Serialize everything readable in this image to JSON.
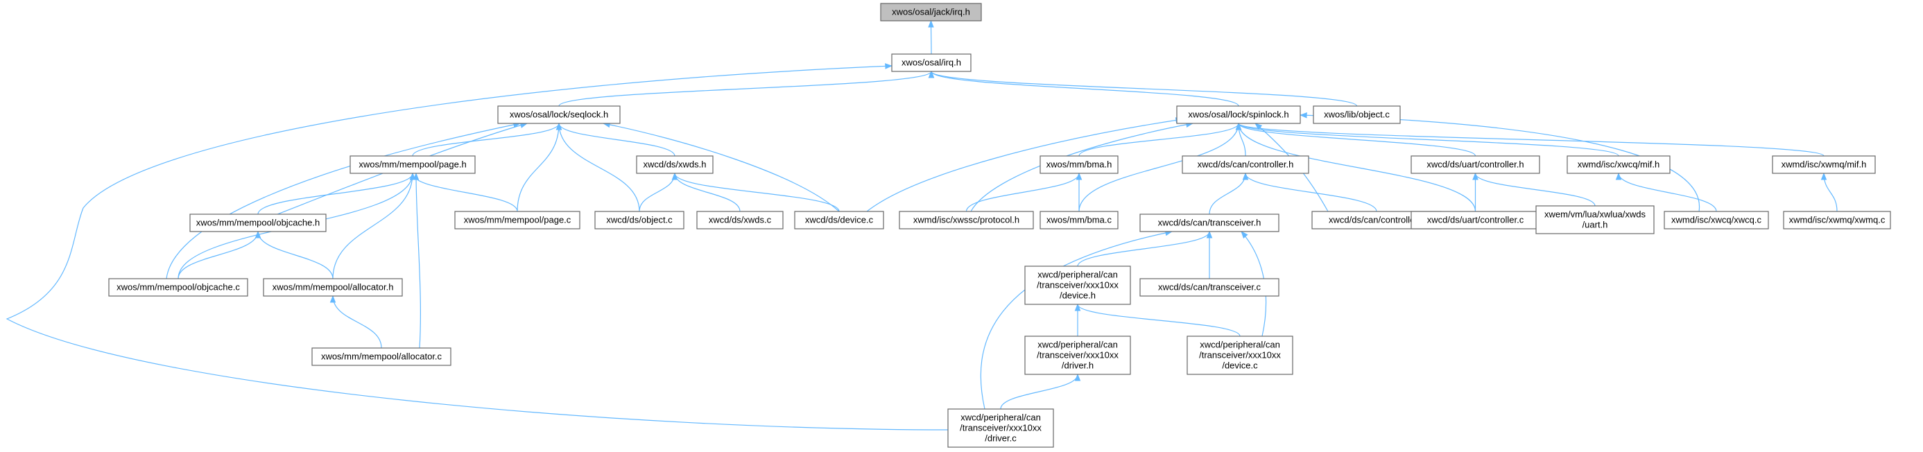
{
  "nodes": [
    {
      "id": "n_jack",
      "lines": [
        "xwos/osal/jack/irq.h"
      ],
      "root": true
    },
    {
      "id": "n_irq",
      "lines": [
        "xwos/osal/irq.h"
      ]
    },
    {
      "id": "n_seqlock",
      "lines": [
        "xwos/osal/lock/seqlock.h"
      ]
    },
    {
      "id": "n_spinlock",
      "lines": [
        "xwos/osal/lock/spinlock.h"
      ]
    },
    {
      "id": "n_object",
      "lines": [
        "xwos/lib/object.c"
      ]
    },
    {
      "id": "n_pageh",
      "lines": [
        "xwos/mm/mempool/page.h"
      ]
    },
    {
      "id": "n_xwdsh",
      "lines": [
        "xwcd/ds/xwds.h"
      ]
    },
    {
      "id": "n_objcacheh",
      "lines": [
        "xwos/mm/mempool/objcache.h"
      ]
    },
    {
      "id": "n_pagec",
      "lines": [
        "xwos/mm/mempool/page.c"
      ]
    },
    {
      "id": "n_dsobjc",
      "lines": [
        "xwcd/ds/object.c"
      ]
    },
    {
      "id": "n_xwdsc",
      "lines": [
        "xwcd/ds/xwds.c"
      ]
    },
    {
      "id": "n_devicec",
      "lines": [
        "xwcd/ds/device.c"
      ]
    },
    {
      "id": "n_objcachec",
      "lines": [
        "xwos/mm/mempool/objcache.c"
      ]
    },
    {
      "id": "n_allocatorh",
      "lines": [
        "xwos/mm/mempool/allocator.h"
      ]
    },
    {
      "id": "n_allocatorc",
      "lines": [
        "xwos/mm/mempool/allocator.c"
      ]
    },
    {
      "id": "n_bmah",
      "lines": [
        "xwos/mm/bma.h"
      ]
    },
    {
      "id": "n_canctrlh",
      "lines": [
        "xwcd/ds/can/controller.h"
      ]
    },
    {
      "id": "n_uartctrlh",
      "lines": [
        "xwcd/ds/uart/controller.h"
      ]
    },
    {
      "id": "n_xwcqmifh",
      "lines": [
        "xwmd/isc/xwcq/mif.h"
      ]
    },
    {
      "id": "n_xwmqmifh",
      "lines": [
        "xwmd/isc/xwmq/mif.h"
      ]
    },
    {
      "id": "n_protocolh",
      "lines": [
        "xwmd/isc/xwssc/protocol.h"
      ]
    },
    {
      "id": "n_bmac",
      "lines": [
        "xwos/mm/bma.c"
      ]
    },
    {
      "id": "n_cantransh",
      "lines": [
        "xwcd/ds/can/transceiver.h"
      ]
    },
    {
      "id": "n_canctrlc",
      "lines": [
        "xwcd/ds/can/controller.c"
      ]
    },
    {
      "id": "n_uartctrlc",
      "lines": [
        "xwcd/ds/uart/controller.c"
      ]
    },
    {
      "id": "n_xwluauart",
      "lines": [
        "xwem/vm/lua/xwlua/xwds",
        "/uart.h"
      ]
    },
    {
      "id": "n_xwcqc",
      "lines": [
        "xwmd/isc/xwcq/xwcq.c"
      ]
    },
    {
      "id": "n_xwmqc",
      "lines": [
        "xwmd/isc/xwmq/xwmq.c"
      ]
    },
    {
      "id": "n_xcvrdevh",
      "lines": [
        "xwcd/peripheral/can",
        "/transceiver/xxx10xx",
        "/device.h"
      ]
    },
    {
      "id": "n_cantransc",
      "lines": [
        "xwcd/ds/can/transceiver.c"
      ]
    },
    {
      "id": "n_xcvrdrvh",
      "lines": [
        "xwcd/peripheral/can",
        "/transceiver/xxx10xx",
        "/driver.h"
      ]
    },
    {
      "id": "n_xcvrdevc",
      "lines": [
        "xwcd/peripheral/can",
        "/transceiver/xxx10xx",
        "/device.c"
      ]
    },
    {
      "id": "n_xcvrdrvc",
      "lines": [
        "xwcd/peripheral/can",
        "/transceiver/xxx10xx",
        "/driver.c"
      ]
    }
  ],
  "edges": [
    {
      "from": "n_irq",
      "to": "n_jack"
    },
    {
      "from": "n_seqlock",
      "to": "n_irq"
    },
    {
      "from": "n_spinlock",
      "to": "n_irq"
    },
    {
      "from": "n_object",
      "to": "n_irq"
    },
    {
      "from": "n_xcvrdrvc",
      "to": "n_irq"
    },
    {
      "from": "n_pageh",
      "to": "n_seqlock"
    },
    {
      "from": "n_xwdsh",
      "to": "n_seqlock"
    },
    {
      "from": "n_objcacheh",
      "to": "n_seqlock"
    },
    {
      "from": "n_objcachec",
      "to": "n_seqlock"
    },
    {
      "from": "n_pagec",
      "to": "n_seqlock"
    },
    {
      "from": "n_dsobjc",
      "to": "n_seqlock"
    },
    {
      "from": "n_devicec",
      "to": "n_seqlock"
    },
    {
      "from": "n_objcacheh",
      "to": "n_pageh"
    },
    {
      "from": "n_objcachec",
      "to": "n_pageh"
    },
    {
      "from": "n_allocatorh",
      "to": "n_pageh"
    },
    {
      "from": "n_allocatorc",
      "to": "n_pageh"
    },
    {
      "from": "n_pagec",
      "to": "n_pageh"
    },
    {
      "from": "n_objcachec",
      "to": "n_objcacheh"
    },
    {
      "from": "n_allocatorh",
      "to": "n_objcacheh"
    },
    {
      "from": "n_allocatorc",
      "to": "n_allocatorh"
    },
    {
      "from": "n_dsobjc",
      "to": "n_xwdsh"
    },
    {
      "from": "n_xwdsc",
      "to": "n_xwdsh"
    },
    {
      "from": "n_devicec",
      "to": "n_xwdsh"
    },
    {
      "from": "n_devicec",
      "to": "n_spinlock"
    },
    {
      "from": "n_bmah",
      "to": "n_spinlock"
    },
    {
      "from": "n_protocolh",
      "to": "n_spinlock"
    },
    {
      "from": "n_bmac",
      "to": "n_spinlock"
    },
    {
      "from": "n_canctrlh",
      "to": "n_spinlock"
    },
    {
      "from": "n_canctrlc",
      "to": "n_spinlock"
    },
    {
      "from": "n_uartctrlc",
      "to": "n_spinlock"
    },
    {
      "from": "n_uartctrlh",
      "to": "n_spinlock"
    },
    {
      "from": "n_xwcqmifh",
      "to": "n_spinlock"
    },
    {
      "from": "n_xwcqc",
      "to": "n_spinlock"
    },
    {
      "from": "n_xwmqmifh",
      "to": "n_spinlock"
    },
    {
      "from": "n_protocolh",
      "to": "n_bmah"
    },
    {
      "from": "n_bmac",
      "to": "n_bmah"
    },
    {
      "from": "n_cantransh",
      "to": "n_canctrlh"
    },
    {
      "from": "n_canctrlc",
      "to": "n_canctrlh"
    },
    {
      "from": "n_uartctrlc",
      "to": "n_uartctrlh"
    },
    {
      "from": "n_xwluauart",
      "to": "n_uartctrlh"
    },
    {
      "from": "n_xwcqc",
      "to": "n_xwcqmifh"
    },
    {
      "from": "n_xwmqc",
      "to": "n_xwmqmifh"
    },
    {
      "from": "n_xcvrdevh",
      "to": "n_cantransh"
    },
    {
      "from": "n_cantransc",
      "to": "n_cantransh"
    },
    {
      "from": "n_xcvrdevc",
      "to": "n_cantransh"
    },
    {
      "from": "n_xcvrdrvc",
      "to": "n_cantransh"
    },
    {
      "from": "n_xcvrdrvh",
      "to": "n_xcvrdevh"
    },
    {
      "from": "n_xcvrdevc",
      "to": "n_xcvrdevh"
    },
    {
      "from": "n_xcvrdrvc",
      "to": "n_xcvrdrvh"
    }
  ]
}
